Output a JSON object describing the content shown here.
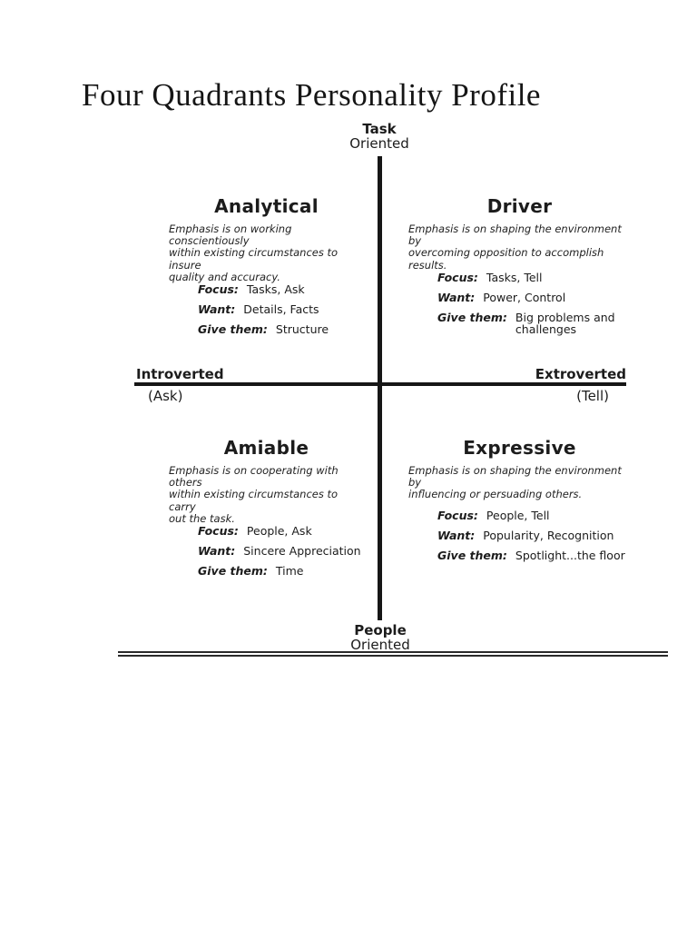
{
  "page": {
    "title": "Four Quadrants Personality Profile"
  },
  "axes": {
    "top": {
      "line1": "Task",
      "line2": "Oriented"
    },
    "bottom": {
      "line1": "People",
      "line2": "Oriented"
    },
    "left": {
      "label": "Introverted",
      "sub": "(Ask)"
    },
    "right": {
      "label": "Extroverted",
      "sub": "(Tell)"
    }
  },
  "quadrants": [
    {
      "id": "analytical",
      "title": "Analytical",
      "description": "Emphasis is on working conscientiously\nwithin existing circumstances to insure\nquality and accuracy.",
      "rows": [
        {
          "label": "Focus:",
          "value": "Tasks, Ask"
        },
        {
          "label": "Want:",
          "value": "Details, Facts"
        },
        {
          "label": "Give them:",
          "value": "Structure"
        }
      ]
    },
    {
      "id": "driver",
      "title": "Driver",
      "description": "Emphasis is on shaping the environment by\novercoming opposition to accomplish results.",
      "rows": [
        {
          "label": "Focus:",
          "value": "Tasks, Tell"
        },
        {
          "label": "Want:",
          "value": "Power, Control"
        },
        {
          "label": "Give them:",
          "value": "Big problems and\nchallenges"
        }
      ]
    },
    {
      "id": "amiable",
      "title": "Amiable",
      "description": "Emphasis is on cooperating with others\nwithin existing circumstances to carry\nout the task.",
      "rows": [
        {
          "label": "Focus:",
          "value": "People, Ask"
        },
        {
          "label": "Want:",
          "value": "Sincere Appreciation"
        },
        {
          "label": "Give them:",
          "value": "Time"
        }
      ]
    },
    {
      "id": "expressive",
      "title": "Expressive",
      "description": "Emphasis is on shaping the environment by\ninfluencing or persuading others.",
      "rows": [
        {
          "label": "Focus:",
          "value": "People, Tell"
        },
        {
          "label": "Want:",
          "value": "Popularity, Recognition"
        },
        {
          "label": "Give them:",
          "value": "Spotlight...the floor"
        }
      ]
    }
  ],
  "colors": {
    "ink": "#1c1c1c",
    "background": "#ffffff"
  }
}
